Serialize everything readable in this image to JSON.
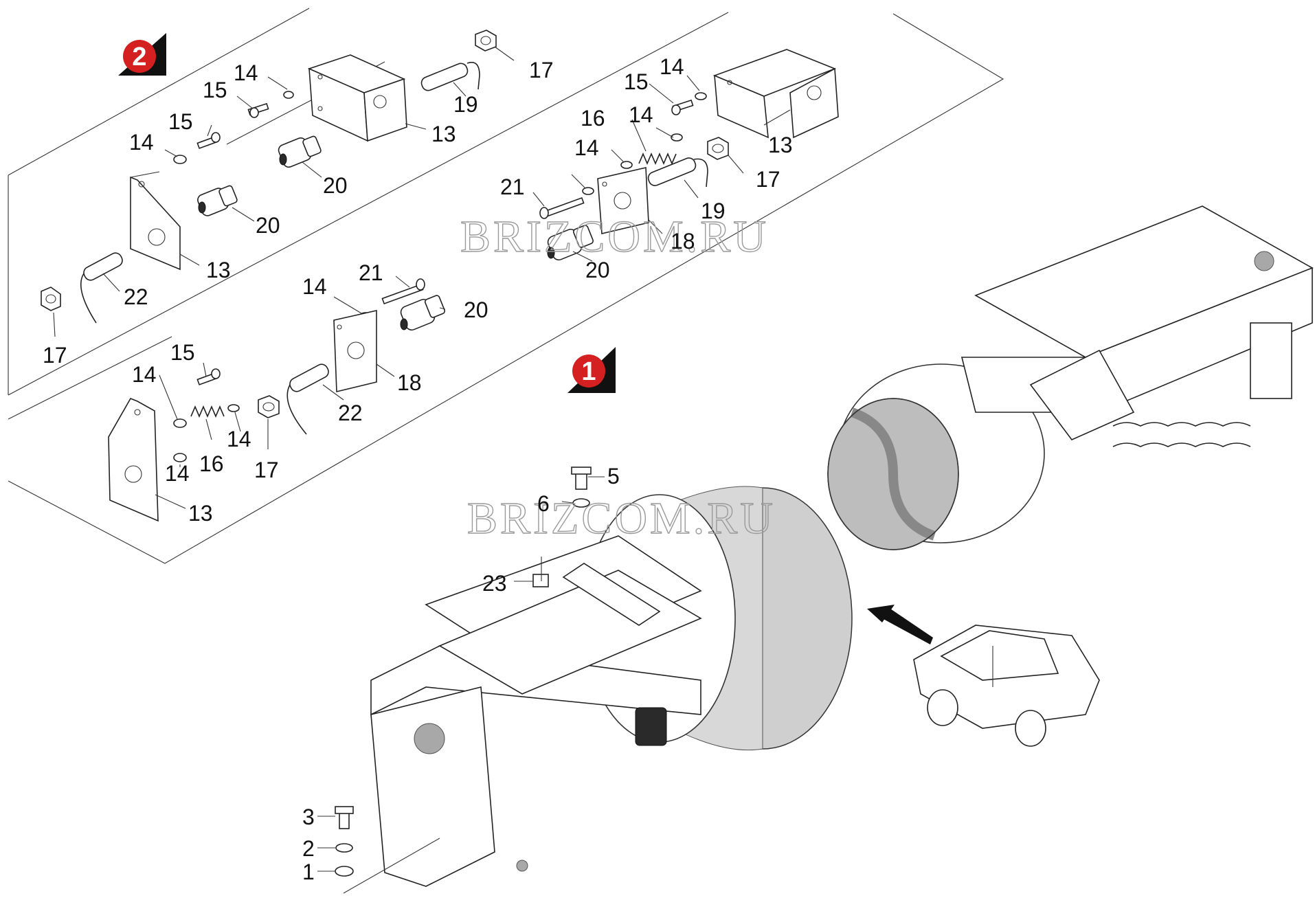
{
  "watermarks": [
    "BRIZCOM.RU",
    "BRIZCOM.RU"
  ],
  "badges": [
    {
      "id": "view-2",
      "label": "2",
      "color": "#d42020"
    },
    {
      "id": "view-1",
      "label": "1",
      "color": "#d42020"
    }
  ],
  "callouts": {
    "detail_top_left": [
      "14",
      "15",
      "17",
      "19",
      "13",
      "20",
      "15",
      "14",
      "20",
      "13",
      "22",
      "17"
    ],
    "detail_top_right": [
      "14",
      "15",
      "16",
      "14",
      "14",
      "21",
      "17",
      "13",
      "19",
      "18",
      "20"
    ],
    "detail_bottom": [
      "21",
      "14",
      "20",
      "15",
      "14",
      "18",
      "22",
      "14",
      "16",
      "14",
      "17",
      "13"
    ],
    "main_assembly": [
      "5",
      "6",
      "23",
      "3",
      "2",
      "1"
    ]
  },
  "icons": [
    "car-icon",
    "direction-arrow-icon",
    "washer-icon",
    "bolt-icon",
    "cable-gland-icon",
    "spring-icon",
    "nut-icon",
    "bracket-icon",
    "brush-roller-icon"
  ]
}
